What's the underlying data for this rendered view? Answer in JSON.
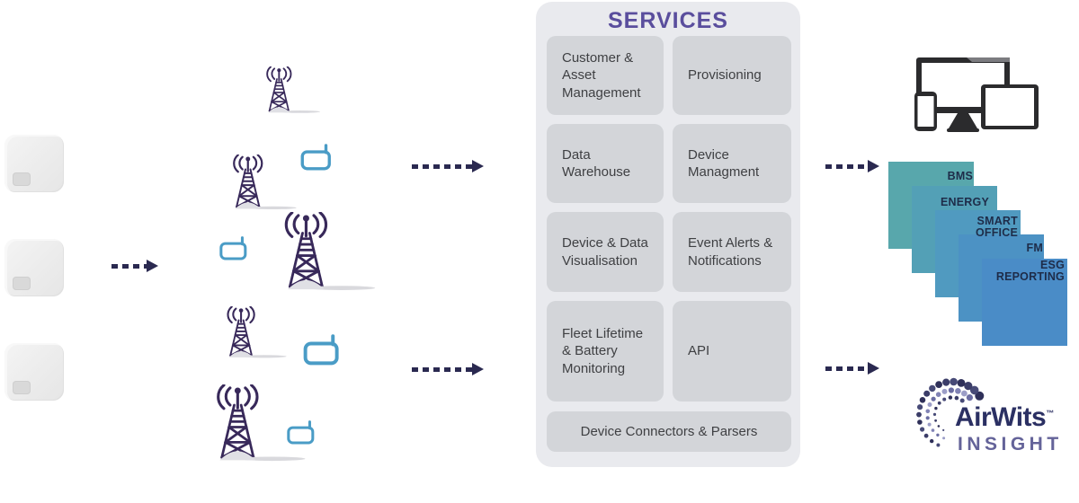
{
  "colors": {
    "accent_purple": "#5a4e9d",
    "panel_bg": "#e9eaee",
    "service_box_bg": "#d3d5d9",
    "service_text": "#3f4043",
    "tower_purple": "#38295a",
    "receiver_blue": "#4a9cc6",
    "arrow_navy": "#2a2950",
    "brand_navy": "#2b3063",
    "insight_purple": "#646399",
    "card_text_navy": "#1e2c49"
  },
  "sensors": {
    "icon": "iot-sensor-box-icon",
    "count": 3
  },
  "network": {
    "tower_icon": "cell-tower-icon",
    "receiver_icon": "wireless-receiver-icon",
    "towers": 5,
    "receivers": 4
  },
  "services": {
    "title": "SERVICES",
    "boxes": [
      {
        "label": "Customer & Asset Management"
      },
      {
        "label": "Provisioning"
      },
      {
        "label": "Data Warehouse"
      },
      {
        "label": "Device Managment"
      },
      {
        "label": "Device & Data Visualisation"
      },
      {
        "label": "Event Alerts & Notifications"
      },
      {
        "label": "Fleet Lifetime & Battery Monitoring"
      },
      {
        "label": "API"
      }
    ],
    "footer": {
      "label": "Device Connectors & Parsers"
    }
  },
  "outputs": {
    "devices_icon": "monitor-tablet-phone-icon",
    "cards": [
      {
        "label": "BMS",
        "color": "#58a7ac"
      },
      {
        "label": "ENERGY",
        "color": "#53a0b6"
      },
      {
        "label": "SMART OFFICE",
        "color": "#509ac0"
      },
      {
        "label": "FM",
        "color": "#4c92c4"
      },
      {
        "label": "ESG REPORTING",
        "color": "#4a8cc7"
      }
    ],
    "logo": {
      "brand": "AirWits",
      "trademark": "™",
      "product": "INSIGHT",
      "icon": "dot-spiral-icon"
    }
  }
}
